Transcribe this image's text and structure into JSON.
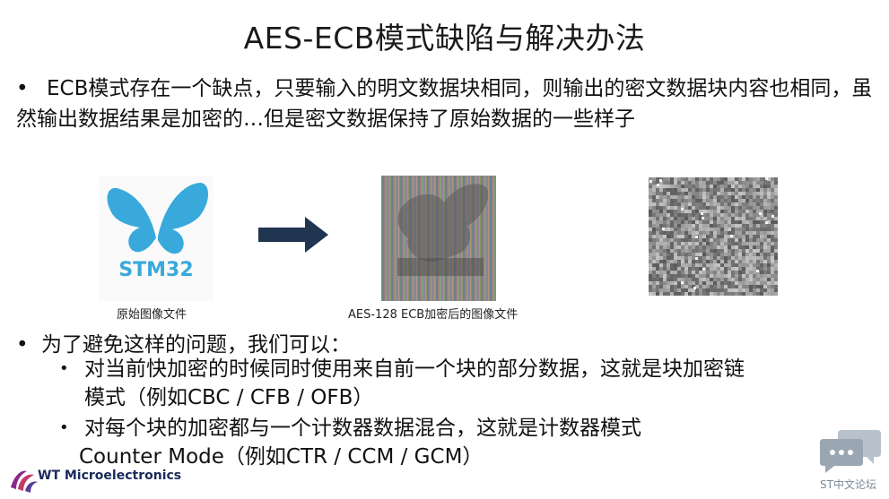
{
  "title": "AES-ECB模式缺陷与解决办法",
  "bullet1": {
    "marker": "•",
    "text": "ECB模式存在一个缺点，只要输入的明文数据块相同，则输出的密文数据块内容也相同，虽然输出数据结果是加密的…但是密文数据保持了原始数据的一些样子"
  },
  "figure": {
    "original_logo_text": "STM32",
    "original_caption": "原始图像文件",
    "encrypted_caption": "AES-128 ECB加密后的图像文件",
    "butterfly_color": "#39a9dc",
    "arrow_color": "#1f3550"
  },
  "bullet2": {
    "marker": "•",
    "text": "为了避免这样的问题，我们可以："
  },
  "sub1": {
    "marker": "•",
    "line1": "对当前快加密的时候同时使用来自前一个块的部分数据，这就是块加密链",
    "line2": "模式（例如CBC / CFB / OFB）"
  },
  "sub2": {
    "marker": "•",
    "line1": "对每个块的加密都与一个计数器数据混合，这就是计数器模式",
    "line2": "Counter Mode（例如CTR / CCM / GCM）"
  },
  "footer": {
    "company": "WT Microelectronics",
    "forum": "ST中文论坛"
  }
}
